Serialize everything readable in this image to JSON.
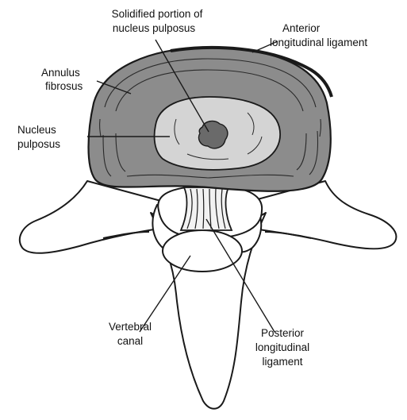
{
  "figure": {
    "colors": {
      "line": "#1a1a1a",
      "annulus": "#8c8c8c",
      "nucleus": "#d4d4d4",
      "solidified": "#6a6a6a",
      "bone": "#ffffff"
    }
  },
  "labels": {
    "solidified_line1": "Solidified portion of",
    "solidified_line2": "nucleus pulposus",
    "anterior_line1": "Anterior",
    "anterior_line2": "longitudinal ligament",
    "annulus_line1": "Annulus",
    "annulus_line2": "fibrosus",
    "nucleus_line1": "Nucleus",
    "nucleus_line2": "pulposus",
    "vertebral_line1": "Vertebral",
    "vertebral_line2": "canal",
    "posterior_line1": "Posterior",
    "posterior_line2": "longitudinal",
    "posterior_line3": "ligament"
  }
}
